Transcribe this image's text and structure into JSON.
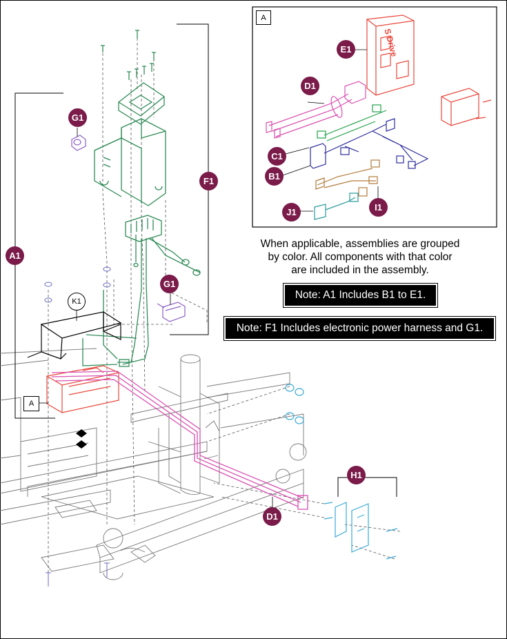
{
  "callouts": {
    "a1": "A1",
    "b1": "B1",
    "c1": "C1",
    "d1_inset": "D1",
    "d1_main": "D1",
    "e1": "E1",
    "f1": "F1",
    "g1_top": "G1",
    "g1_mid": "G1",
    "h1": "H1",
    "i1": "I1",
    "j1": "J1",
    "k1": "K1"
  },
  "tags": {
    "inset_a": "A",
    "main_a": "A"
  },
  "controller_label": "S Drive",
  "caption": {
    "line1": "When applicable, assemblies are grouped",
    "line2": "by color. All components with that color",
    "line3": "are included in the assembly."
  },
  "notes": {
    "a1": "Note: A1 Includes B1 to E1.",
    "f1": "Note: F1 Includes electronic power harness and G1."
  },
  "colors": {
    "callout": "#7a1b4a",
    "green": "#2e8b57",
    "red": "#e8463a",
    "pink": "#d94fb0",
    "blue": "#2c2c9c",
    "purple": "#9b6fc9",
    "brown": "#b07a3a",
    "teal": "#2a9a9a",
    "cyan": "#3aa9d6"
  }
}
